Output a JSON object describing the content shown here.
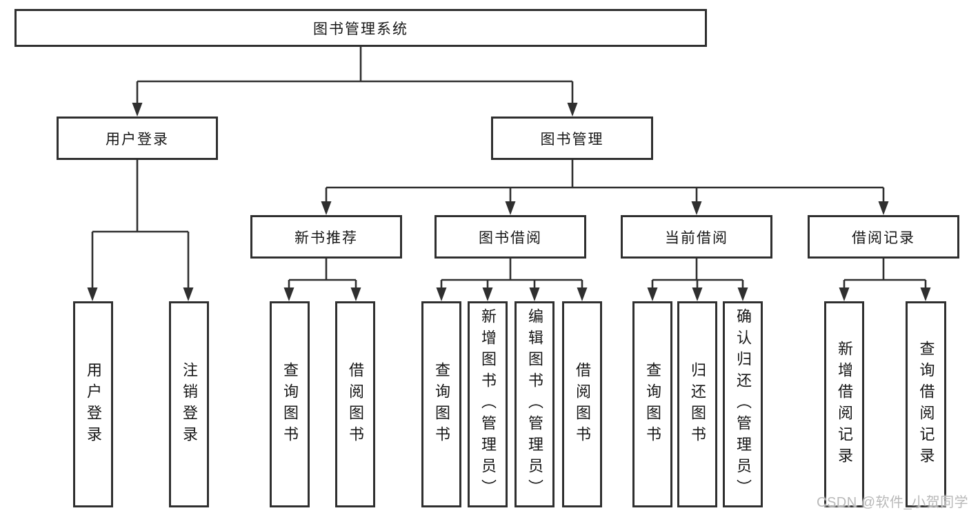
{
  "colors": {
    "line": "#2f2f2f",
    "text": "#161616",
    "box_bg": "#ffffff",
    "background": "#ffffff",
    "watermark": "#b9b9b9"
  },
  "watermark": {
    "text": "CSDN @软件_小贺同学"
  },
  "tree": {
    "label": "图书管理系统",
    "children": [
      {
        "label": "用户登录",
        "children": [
          {
            "label": "用户登录"
          },
          {
            "label": "注销登录"
          }
        ]
      },
      {
        "label": "图书管理",
        "children": [
          {
            "label": "新书推荐",
            "children": [
              {
                "label": "查询图书"
              },
              {
                "label": "借阅图书"
              }
            ]
          },
          {
            "label": "图书借阅",
            "children": [
              {
                "label": "查询图书"
              },
              {
                "label": "新增图书（管理员）"
              },
              {
                "label": "编辑图书（管理员）"
              },
              {
                "label": "借阅图书"
              }
            ]
          },
          {
            "label": "当前借阅",
            "children": [
              {
                "label": "查询图书"
              },
              {
                "label": "归还图书"
              },
              {
                "label": "确认归还（管理员）"
              }
            ]
          },
          {
            "label": "借阅记录",
            "children": [
              {
                "label": "新增借阅记录"
              },
              {
                "label": "查询借阅记录"
              }
            ]
          }
        ]
      }
    ]
  }
}
